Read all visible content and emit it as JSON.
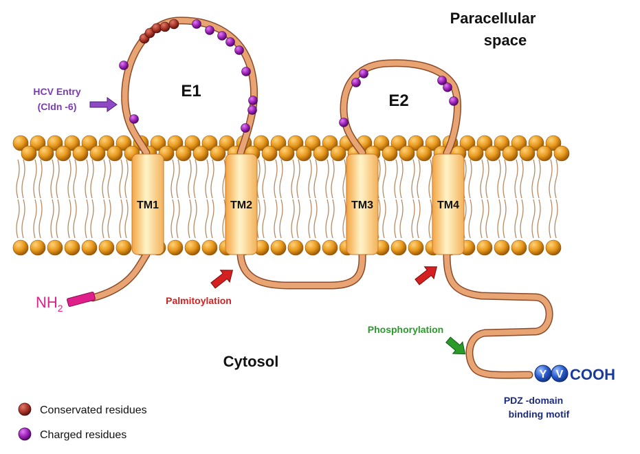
{
  "regions": {
    "paracellular_line1": "Paracellular",
    "paracellular_line2": "space",
    "cytosol": "Cytosol"
  },
  "loops": {
    "e1": "E1",
    "e2": "E2"
  },
  "transmembrane": [
    "TM1",
    "TM2",
    "TM3",
    "TM4"
  ],
  "annotations": {
    "hcv_line1": "HCV Entry",
    "hcv_line2": "(Cldn -6)",
    "palmitoylation": "Palmitoylation",
    "phosphorylation": "Phosphorylation",
    "pdz_line1": "PDZ -domain",
    "pdz_line2": "binding motif"
  },
  "termini": {
    "n_base": "NH",
    "n_sub": "2",
    "c_term": "COOH",
    "motif": [
      "Y",
      "V"
    ]
  },
  "legend": [
    {
      "label": "Conservated residues",
      "color": "#a83428"
    },
    {
      "label": "Charged residues",
      "color": "#9a22b6"
    }
  ],
  "colors": {
    "protein": "#e8a472",
    "lipid_head": "#dc8c12",
    "hcv_arrow": "#7a3ab0",
    "palm_arrow": "#d42020",
    "phos_arrow": "#2a9a2a",
    "motif_circle": "#2a5ad0",
    "n_terminus": "#e0208a"
  }
}
